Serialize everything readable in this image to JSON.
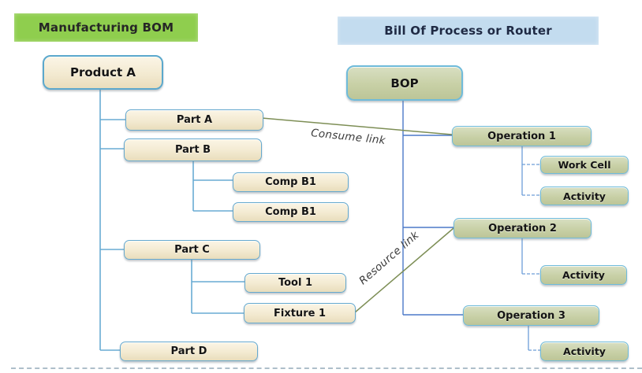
{
  "diagram": {
    "left_panel": {
      "title": "Manufacturing BOM",
      "nodes": {
        "product_a": "Product A",
        "part_a": "Part A",
        "part_b": "Part B",
        "comp_b1_1": "Comp B1",
        "comp_b1_2": "Comp B1",
        "part_c": "Part C",
        "tool_1": "Tool 1",
        "fixture_1": "Fixture 1",
        "part_d": "Part D"
      }
    },
    "right_panel": {
      "title": "Bill Of Process or Router",
      "nodes": {
        "bop": "BOP",
        "operation_1": "Operation 1",
        "work_cell": "Work Cell",
        "activity_1": "Activity",
        "operation_2": "Operation 2",
        "activity_2": "Activity",
        "operation_3": "Operation 3",
        "activity_3": "Activity"
      }
    },
    "links": {
      "consume": "Consume link",
      "resource": "Resource link"
    },
    "colors": {
      "banner_green": "#8FCE4E",
      "banner_blue": "#C3DCEF",
      "box_cream": "#F3EAD1",
      "box_olive": "#C8D0A6",
      "box_border_blue": "#66A9CE",
      "connector_blue_left": "#69ACD4",
      "connector_blue_right": "#4B79C9",
      "connector_blue_sub": "#6D9ED8",
      "link_olive": "#7D8E55"
    }
  }
}
